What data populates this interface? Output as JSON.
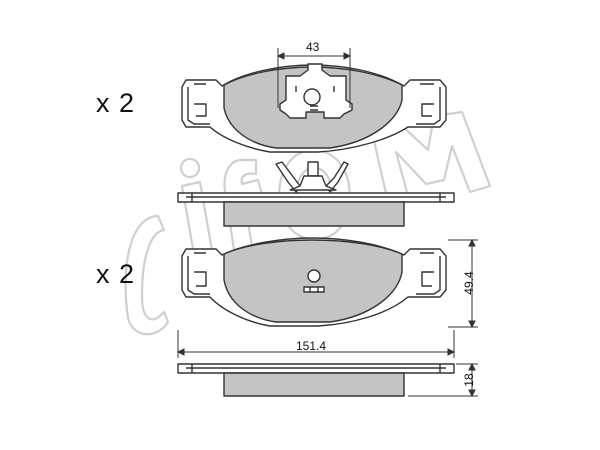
{
  "watermark": {
    "text": "cifam",
    "color": "#d9d9d9"
  },
  "colors": {
    "pad_fill": "#c4c4c4",
    "outline": "#333333"
  },
  "top_set": {
    "quantity": "x 2",
    "dimension": "43"
  },
  "bottom_set": {
    "quantity": "x 2",
    "dim_height": "49.4",
    "dim_width": "151.4",
    "dim_thickness": "18"
  }
}
